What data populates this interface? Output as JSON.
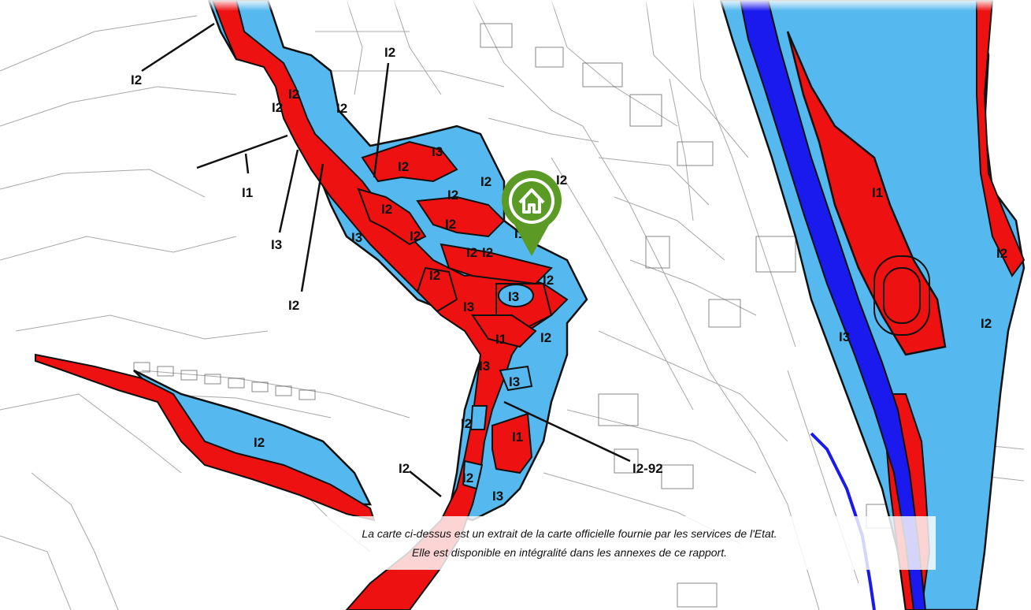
{
  "map": {
    "colors": {
      "red_zone": "#ee1111",
      "blue_zone": "#55b8ee",
      "dark_blue_zone": "#1a1aee",
      "outline": "#111111",
      "background": "#ffffff",
      "parcel_lines": "#8a8a8a",
      "marker": "#5a9a25"
    },
    "labels": [
      {
        "id": "l1",
        "text": "I2"
      },
      {
        "id": "l2",
        "text": "I2"
      },
      {
        "id": "l3",
        "text": "I2"
      },
      {
        "id": "l4",
        "text": "I2"
      },
      {
        "id": "l5",
        "text": "I2"
      },
      {
        "id": "l6",
        "text": "I1"
      },
      {
        "id": "l7",
        "text": "I3"
      },
      {
        "id": "l8",
        "text": "I2"
      },
      {
        "id": "l9",
        "text": "I3"
      },
      {
        "id": "l10",
        "text": "I2"
      },
      {
        "id": "l11",
        "text": "I2"
      },
      {
        "id": "l12",
        "text": "I2"
      },
      {
        "id": "l13",
        "text": "I2"
      },
      {
        "id": "l14",
        "text": "I3"
      },
      {
        "id": "l15",
        "text": "I2"
      },
      {
        "id": "l16",
        "text": "I2"
      },
      {
        "id": "l17",
        "text": "I2"
      },
      {
        "id": "l18",
        "text": "I2"
      },
      {
        "id": "l19",
        "text": "I2"
      },
      {
        "id": "l20",
        "text": "I1"
      },
      {
        "id": "l21",
        "text": "I2"
      },
      {
        "id": "l22",
        "text": "I3"
      },
      {
        "id": "l23",
        "text": "I3"
      },
      {
        "id": "l24",
        "text": "I2"
      },
      {
        "id": "l25",
        "text": "I1"
      },
      {
        "id": "l26",
        "text": "I2-92"
      },
      {
        "id": "l27",
        "text": "I2"
      },
      {
        "id": "l28",
        "text": "I2"
      },
      {
        "id": "l29",
        "text": "I2"
      },
      {
        "id": "l30",
        "text": "I3"
      },
      {
        "id": "l31",
        "text": "I1"
      },
      {
        "id": "l32",
        "text": "I1"
      },
      {
        "id": "l33",
        "text": "I2"
      },
      {
        "id": "l34",
        "text": "I3"
      },
      {
        "id": "l35",
        "text": "I2"
      }
    ],
    "marker": {
      "icon": "home-icon"
    }
  },
  "caption": {
    "line1": "La carte ci-dessus est un extrait de la carte officielle fournie par les services de l'Etat.",
    "line2": "Elle est disponible en intégralité dans les annexes de ce rapport."
  }
}
